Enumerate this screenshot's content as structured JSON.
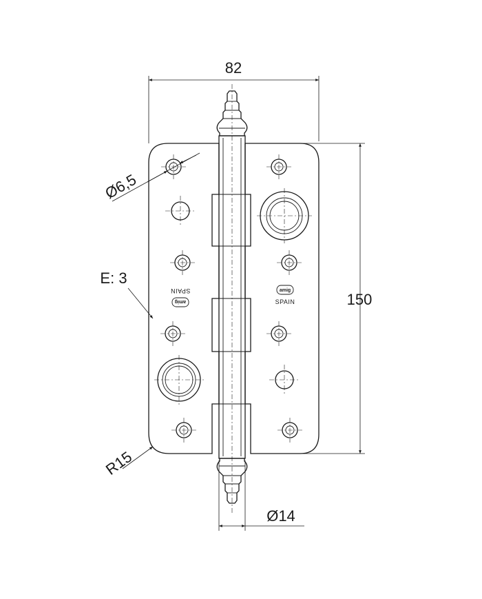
{
  "dimensions": {
    "width": "82",
    "height": "150",
    "hole_diameter": "Ø6,5",
    "thickness": "E: 3",
    "radius": "R15",
    "knuckle_diameter": "Ø14"
  },
  "markings": {
    "left_leaf_origin": "SPAIN",
    "right_leaf_origin": "SPAIN",
    "logo_text": "amig"
  }
}
